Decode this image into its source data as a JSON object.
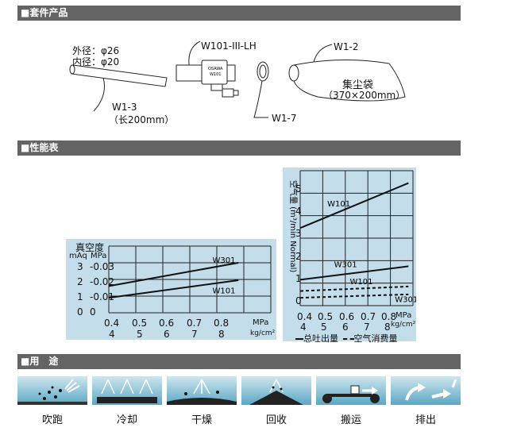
{
  "sections": {
    "kit": "■套件产品",
    "performance": "■性能表",
    "usage": "■用　途"
  },
  "kit": {
    "outer_dia": "外径：φ26",
    "inner_dia": "内径：φ20",
    "w1_3": "W1-3",
    "w1_3_len": "（长200mm）",
    "w101": "W101-III-LH",
    "w1_7": "W1-7",
    "w1_2": "W1-2",
    "bag": "集尘袋",
    "bag_size": "（370×200mm）",
    "brand": "OSAWA",
    "model": "W101"
  },
  "chart_left": {
    "title": "真空度",
    "unit_mAq": "mAq",
    "unit_mpa": "MPa",
    "y_left": [
      "3",
      "2",
      "1",
      "0"
    ],
    "y_right": [
      "-0.03",
      "-0.02",
      "-0.01",
      "0"
    ],
    "x_mpa": [
      "0.4",
      "0.5",
      "0.6",
      "0.7",
      "0.8"
    ],
    "x_kg": [
      "4",
      "5",
      "6",
      "7",
      "8"
    ],
    "x_unit1": "MPa",
    "x_unit2": "kg/cm²",
    "series": [
      {
        "name": "W301",
        "x": [
          0.4,
          0.8
        ],
        "y": [
          1.6,
          3.0
        ]
      },
      {
        "name": "W101",
        "x": [
          0.4,
          0.8
        ],
        "y": [
          0.9,
          1.95
        ]
      }
    ]
  },
  "chart_right": {
    "y_label": "空气量 (m³/min Normal)",
    "y_ticks": [
      "5",
      "4",
      "3",
      "2",
      "1",
      "0"
    ],
    "x_mpa": [
      "0.4",
      "0.5",
      "0.6",
      "0.7",
      "0.8"
    ],
    "x_kg": [
      "4",
      "5",
      "6",
      "7",
      "8"
    ],
    "x_unit1": "MPa",
    "x_unit2": "kg/cm²",
    "legend_solid": "总吐出量",
    "legend_dashed": "空气消费量",
    "series": [
      {
        "name": "W101",
        "style": "solid",
        "x": [
          0.4,
          0.88
        ],
        "y": [
          3.25,
          5.25
        ]
      },
      {
        "name": "W301",
        "style": "solid",
        "x": [
          0.4,
          0.88
        ],
        "y": [
          0.95,
          1.55
        ]
      },
      {
        "name": "W101",
        "style": "dashed",
        "x": [
          0.4,
          0.88
        ],
        "y": [
          0.45,
          0.65
        ]
      },
      {
        "name": "W301",
        "style": "dashed",
        "x": [
          0.4,
          0.88
        ],
        "y": [
          0.15,
          0.3
        ]
      }
    ]
  },
  "usage": [
    "吹跑",
    "冷却",
    "干燥",
    "回收",
    "搬运",
    "排出"
  ],
  "colors": {
    "bar": "#646464",
    "panel": "#c3ddea",
    "grid": "#222222"
  }
}
